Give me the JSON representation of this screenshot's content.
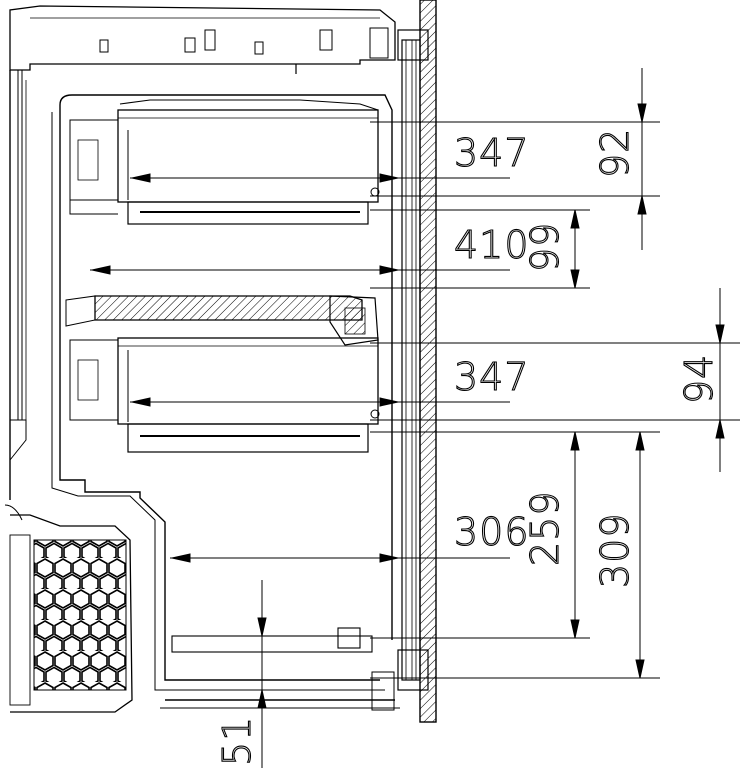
{
  "dimensions": {
    "upper_compartment_depth": "347",
    "upper_compartment_height": "92",
    "middle_compartment_depth": "410",
    "middle_compartment_height": "99",
    "lower_compartment_depth": "347",
    "lower_compartment_height": "94",
    "bottom_compartment_depth": "306",
    "bottom_compartment_height": "259",
    "bottom_total_height": "309",
    "plinth_height": "51"
  }
}
